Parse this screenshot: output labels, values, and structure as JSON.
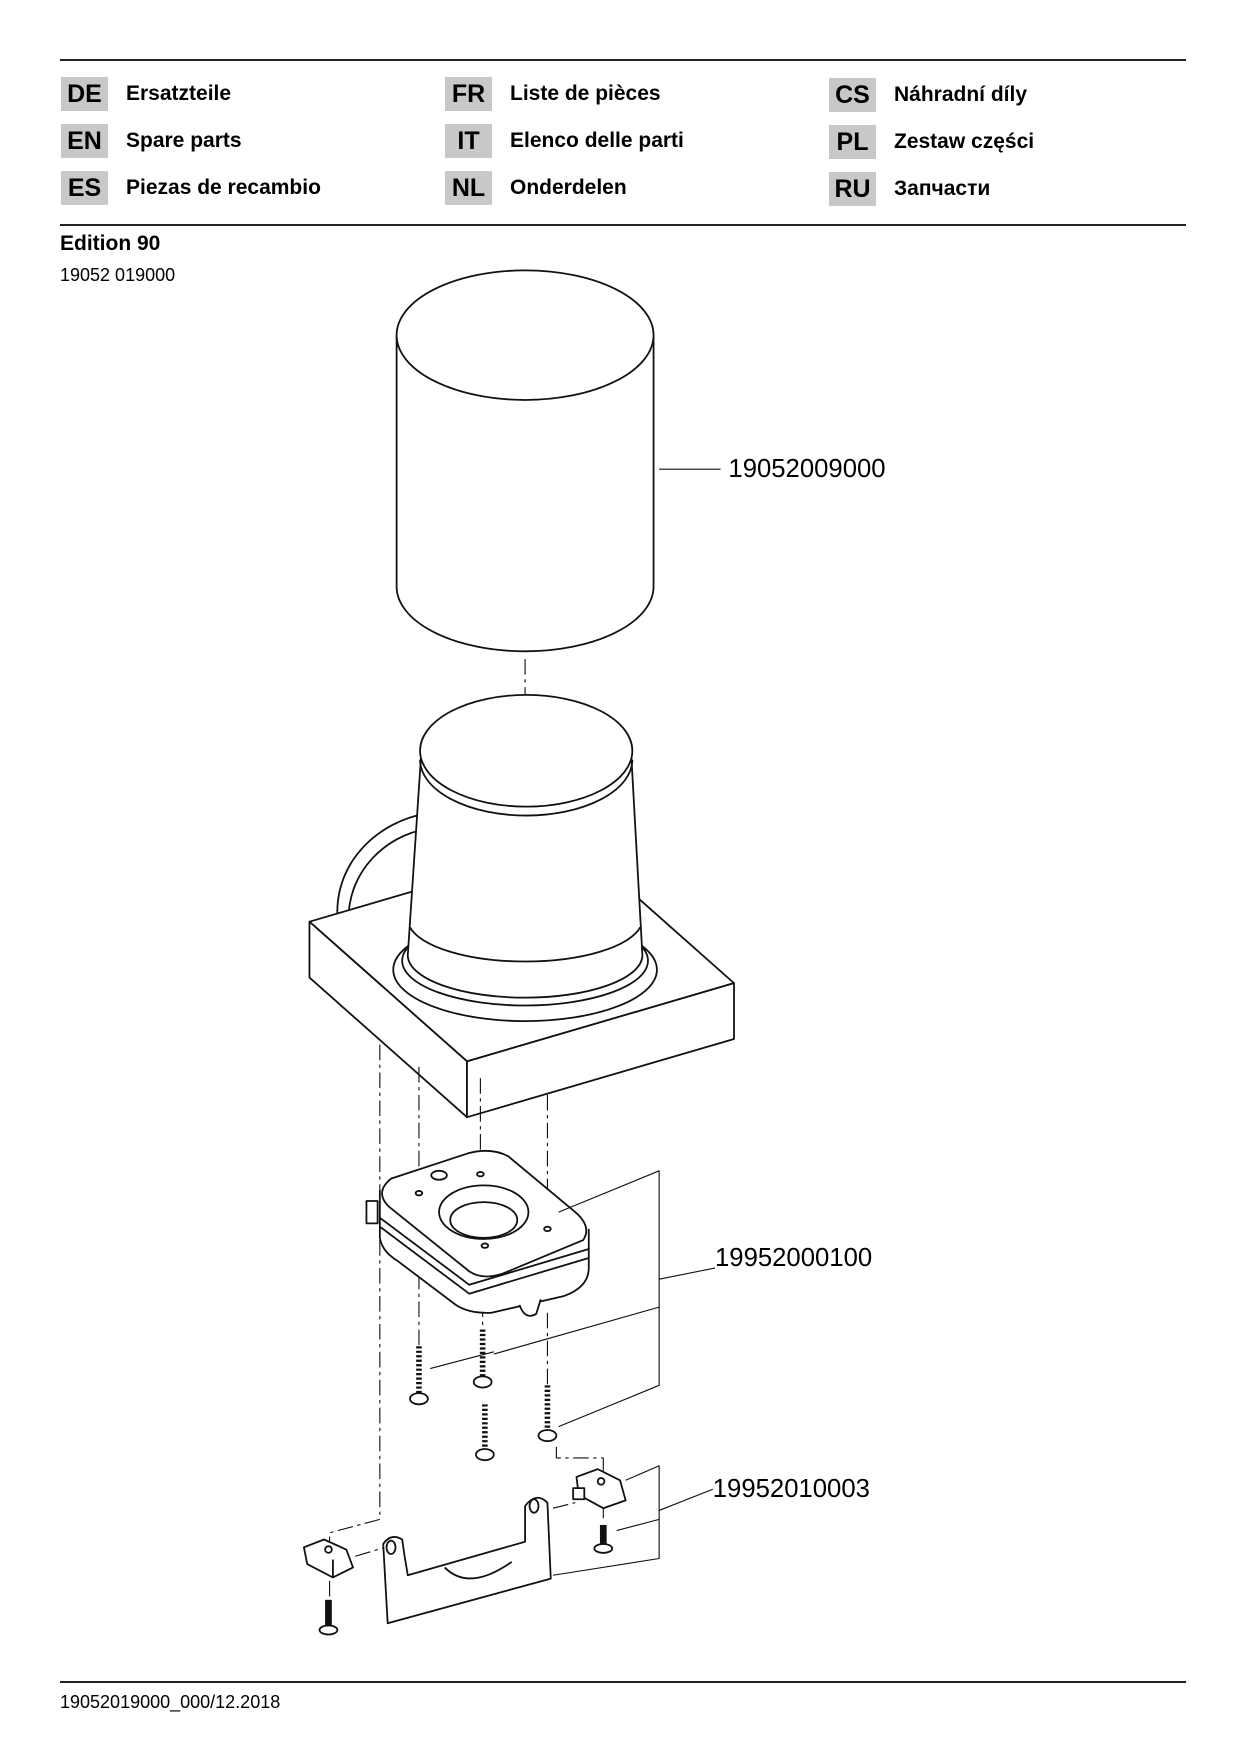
{
  "languages": [
    {
      "code": "DE",
      "label": "Ersatzteile"
    },
    {
      "code": "EN",
      "label": "Spare parts"
    },
    {
      "code": "ES",
      "label": "Piezas de recambio"
    },
    {
      "code": "FR",
      "label": "Liste de pièces"
    },
    {
      "code": "IT",
      "label": "Elenco delle parti"
    },
    {
      "code": "NL",
      "label": "Onderdelen"
    },
    {
      "code": "CS",
      "label": "Náhradní díly"
    },
    {
      "code": "PL",
      "label": "Zestaw części"
    },
    {
      "code": "RU",
      "label": "Запчасти"
    }
  ],
  "product": {
    "name": "Edition 90",
    "article": "19052 019000"
  },
  "parts": [
    {
      "number": "19052009000"
    },
    {
      "number": "19952000100"
    },
    {
      "number": "19952010003"
    }
  ],
  "footer": {
    "doc_id": "19052019000_000/12.2018"
  }
}
